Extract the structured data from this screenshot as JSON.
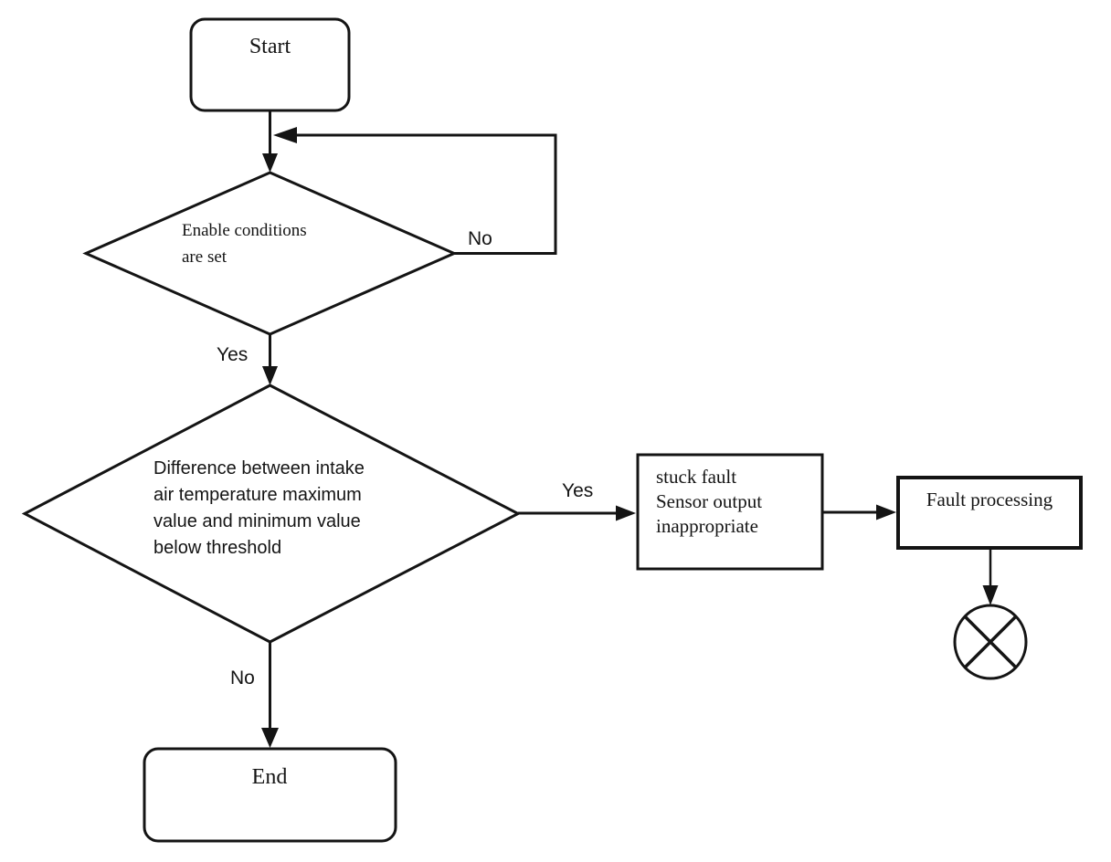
{
  "diagram": {
    "type": "flowchart",
    "background": "#ffffff",
    "stroke_color": "#141414",
    "text_color": "#141414",
    "nodes": {
      "start": {
        "shape": "rounded-rect",
        "label": "Start"
      },
      "enable_decision": {
        "shape": "diamond",
        "label": "Enable conditions\nare set"
      },
      "difference_decision": {
        "shape": "diamond",
        "label": "Difference between intake\nair temperature maximum\nvalue and minimum value\nbelow threshold"
      },
      "stuck_fault": {
        "shape": "rect",
        "label": "stuck fault\nSensor output\ninappropriate"
      },
      "fault_processing": {
        "shape": "rect",
        "label": "Fault processing"
      },
      "end": {
        "shape": "rounded-rect",
        "label": "End"
      },
      "terminator": {
        "shape": "circle-cross",
        "icon": "circle-cross-icon"
      }
    },
    "edge_labels": {
      "enable_no": "No",
      "enable_yes": "Yes",
      "difference_yes": "Yes",
      "difference_no": "No"
    }
  }
}
